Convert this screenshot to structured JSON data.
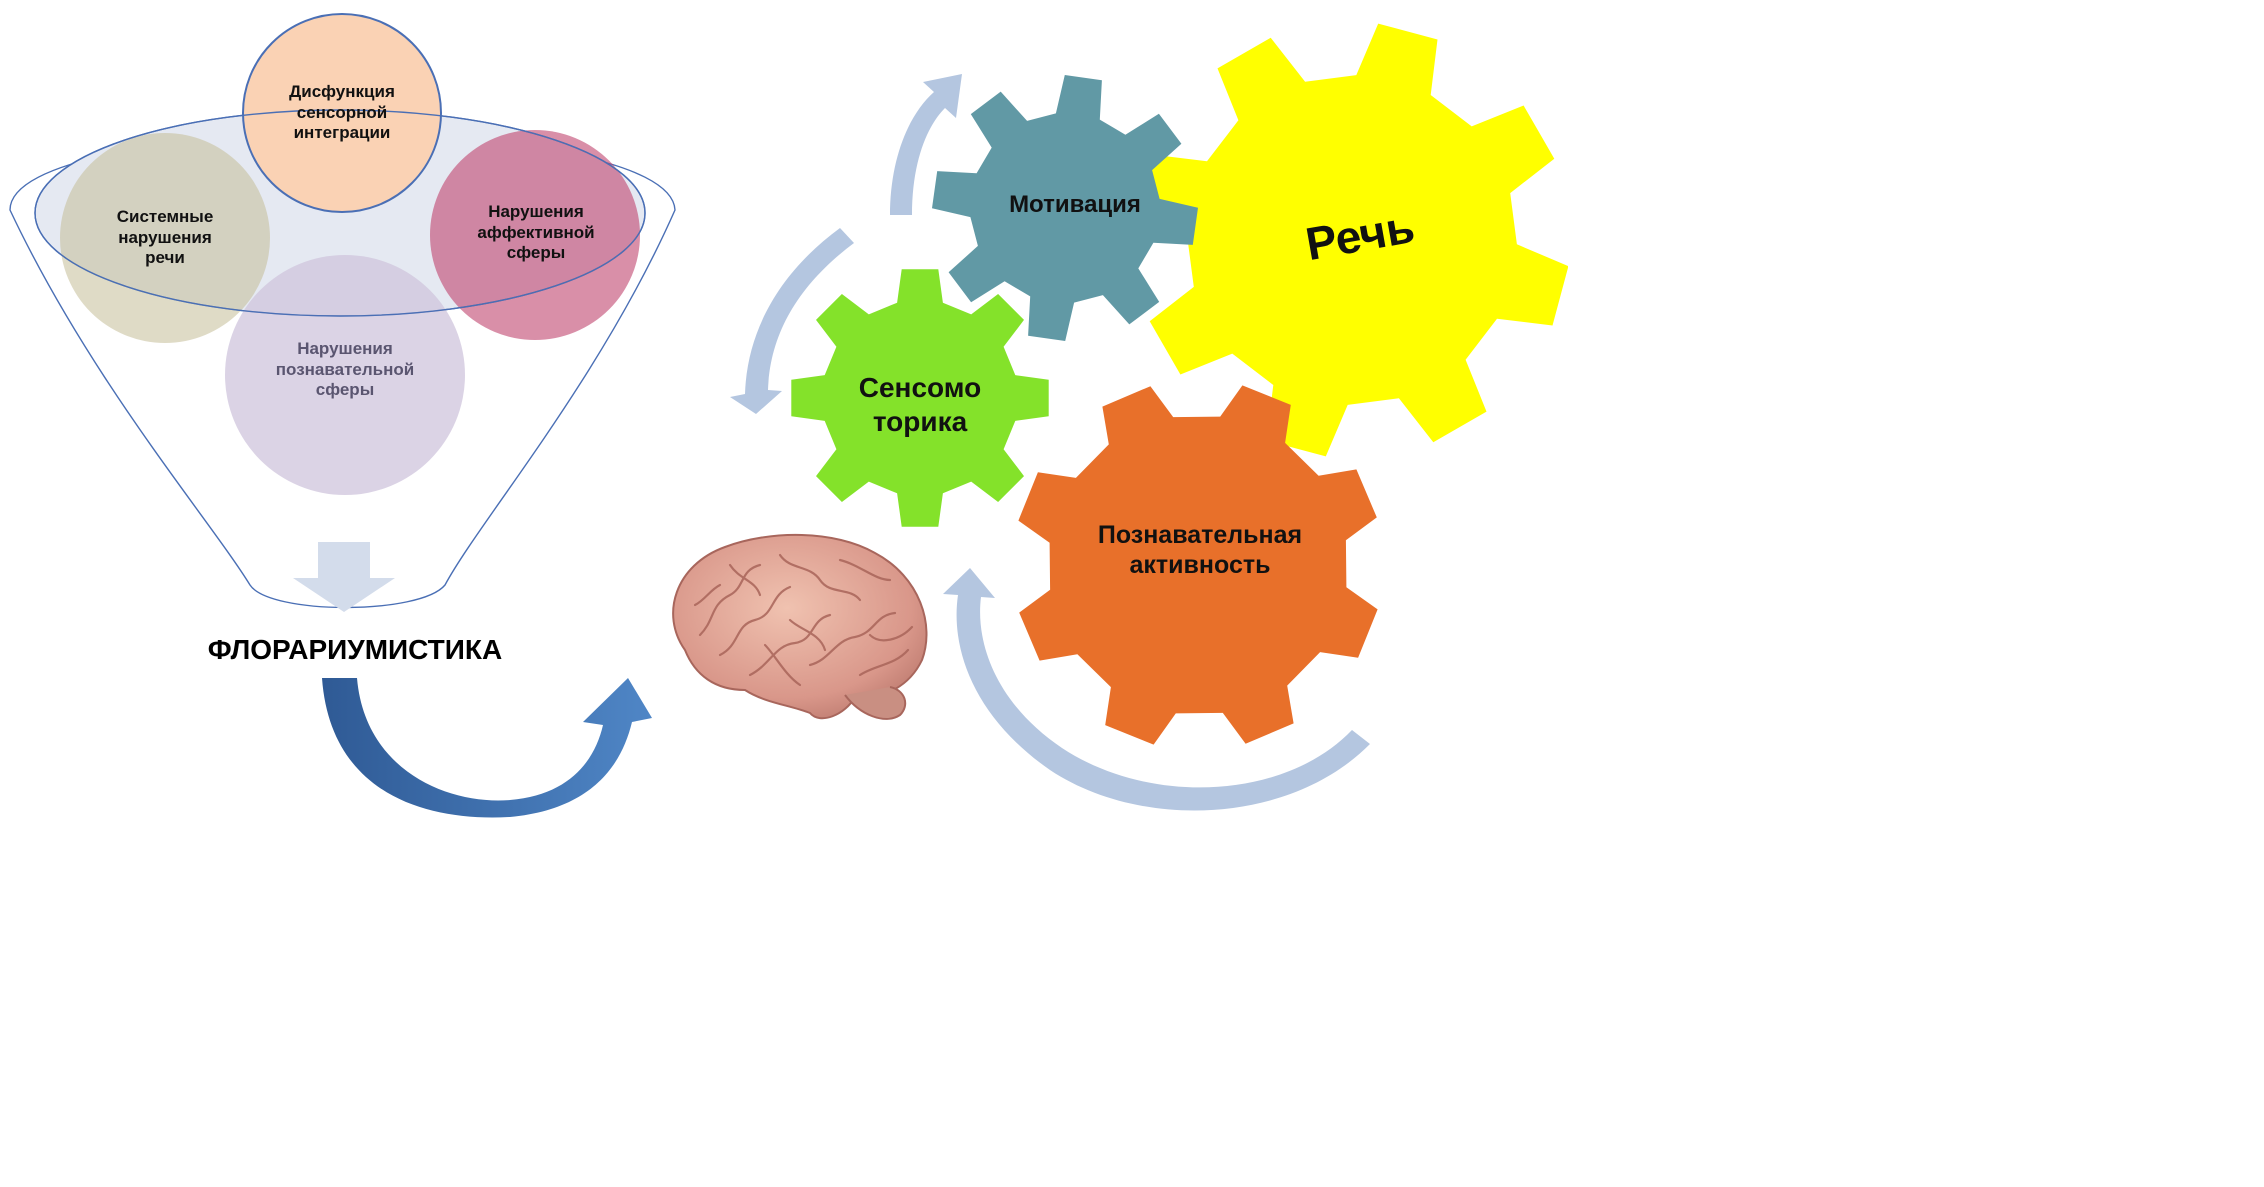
{
  "funnel": {
    "circles": [
      {
        "id": "sensory",
        "text": "Дисфункция\nсенсорной\nинтеграции",
        "color": "#FAD2B4"
      },
      {
        "id": "speech-system",
        "text": "Системные\nнарушения\nречи",
        "color": "#C4BD97"
      },
      {
        "id": "affective",
        "text": "Нарушения\nаффективной\nсферы",
        "color": "#C0446E"
      },
      {
        "id": "cognitive",
        "text": "Нарушения\nпознавательной\nсферы",
        "color": "#CFC4DC"
      }
    ],
    "output_label": "ФЛОРАРИУМИСТИКА"
  },
  "gears": [
    {
      "id": "motivation",
      "text": "Мотивация",
      "color": "#6199A5"
    },
    {
      "id": "speech",
      "text": "Речь",
      "color": "#FFFF00"
    },
    {
      "id": "sensomotor",
      "text": "Сенсомо\nторика",
      "color": "#84E22A"
    },
    {
      "id": "cognitive-activity",
      "text": "Познавательная\nактивность",
      "color": "#E8702A"
    }
  ],
  "colors": {
    "funnel_line": "#4A6FB5",
    "cycle_arrow": "#B4C6E0",
    "curved_arrow": "#3E6AAE",
    "down_arrow": "#D3DCEB"
  },
  "icons": {
    "brain": "brain-icon"
  }
}
